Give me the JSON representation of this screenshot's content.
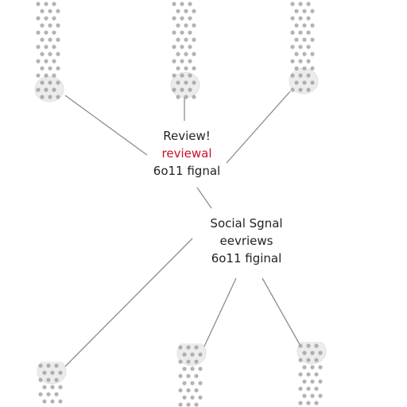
{
  "colors": {
    "background": "#ffffff",
    "line": "#8c8c8c",
    "dot": "#9a9a9a",
    "text": "#222222",
    "accent": "#c8102e"
  },
  "top_node": {
    "line1": "Review!",
    "line2": "reviewal",
    "line3": "6o11 fignal"
  },
  "middle_node": {
    "line1": "Social Sgnal",
    "line2": "eevriews",
    "line3": "6o11 figinal"
  }
}
